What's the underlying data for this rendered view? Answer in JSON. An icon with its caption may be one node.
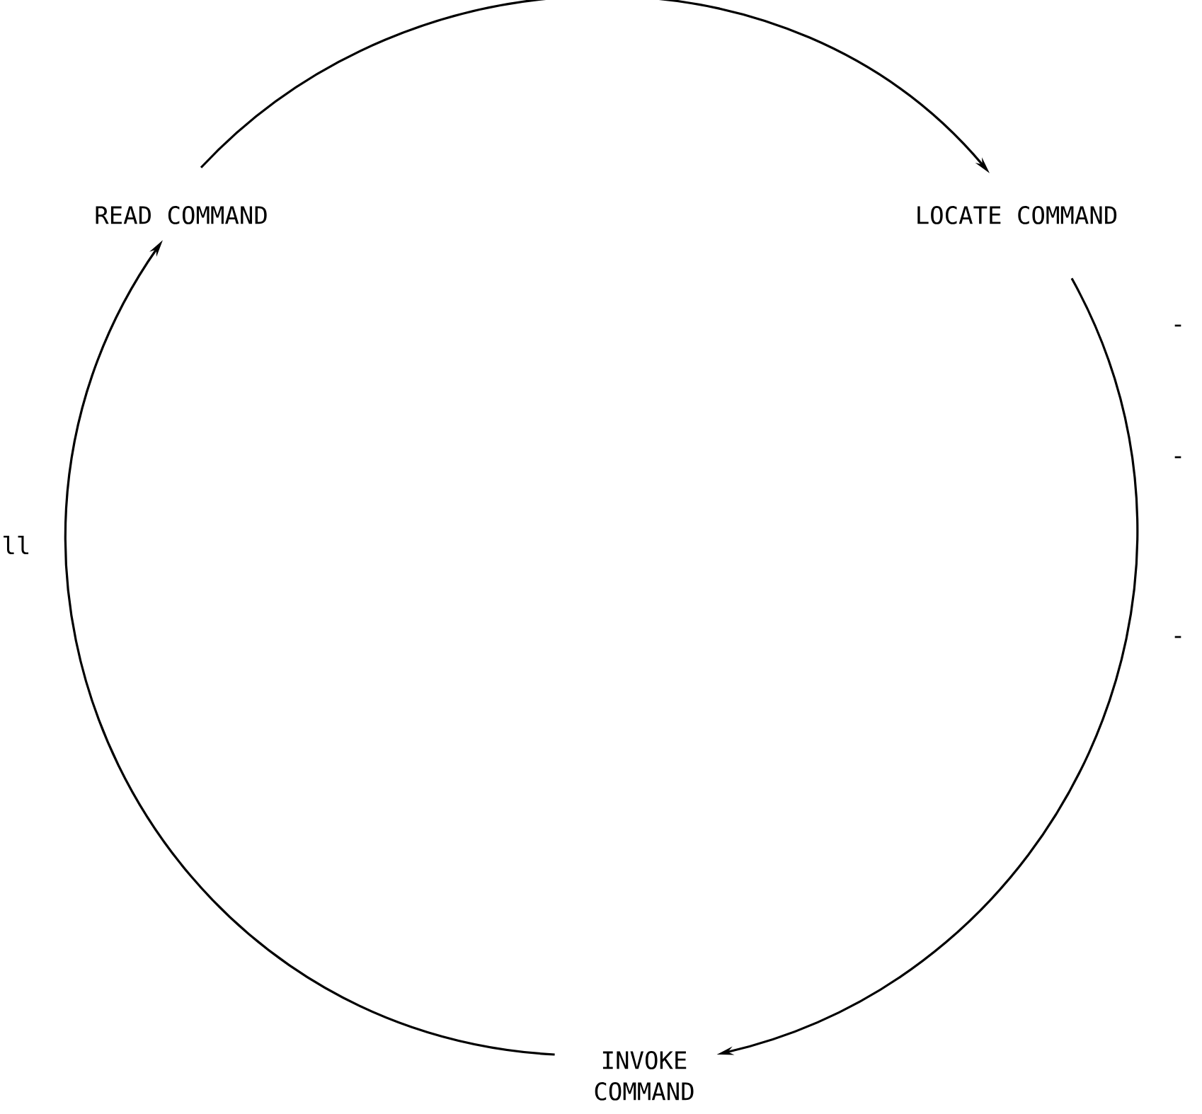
{
  "diagram": {
    "nodes": [
      {
        "text": [
          "READ COMMAND"
        ]
      },
      {
        "text": [
          "LOCATE COMMAND"
        ]
      },
      {
        "text": [
          "INVOKE COMMAND"
        ]
      }
    ],
    "edges": [
      {
        "from": 0,
        "to": 1,
        "arrow": "to"
      },
      {
        "from": 1,
        "to": 2,
        "arrow": "to"
      },
      {
        "from": 2,
        "to": 0,
        "arrow": "to"
      }
    ],
    "labels": [
      "ll",
      "-",
      "-",
      "-"
    ]
  }
}
